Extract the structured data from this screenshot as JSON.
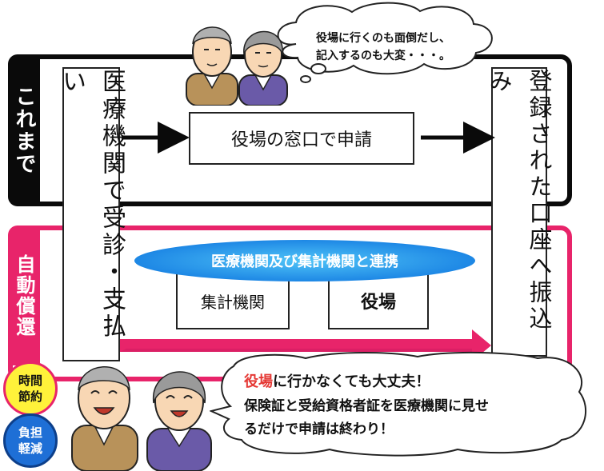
{
  "section_top": "これまで",
  "section_bottom": "自動償還",
  "left_box": "医療機関で受診・支払い",
  "right_box": "登録された口座へ振込み",
  "top_flow_box": "役場の窓口で申請",
  "thought_bubble": {
    "line1": "役場に行くのも面倒だし、",
    "line2": "記入するのも大変・・・。"
  },
  "ellipse_label": "医療機関及び集計機関と連携",
  "box_aggregator": "集計機関",
  "box_office": "役場",
  "speech_bubble": {
    "highlight": "役場",
    "line1_rest": "に行かなくても大丈夫！",
    "line2": "保険証と受給資格者証を医療機関に見せ",
    "line3": "るだけで申請は終わり！"
  },
  "badge_time": {
    "line1": "時間",
    "line2": "節約"
  },
  "badge_burden": {
    "line1": "負担",
    "line2": "軽減"
  },
  "colors": {
    "pink": "#e8246a",
    "black": "#0a0a0a",
    "blue": "#1e88e5",
    "yellow": "#fff23a",
    "red": "#e53935"
  }
}
